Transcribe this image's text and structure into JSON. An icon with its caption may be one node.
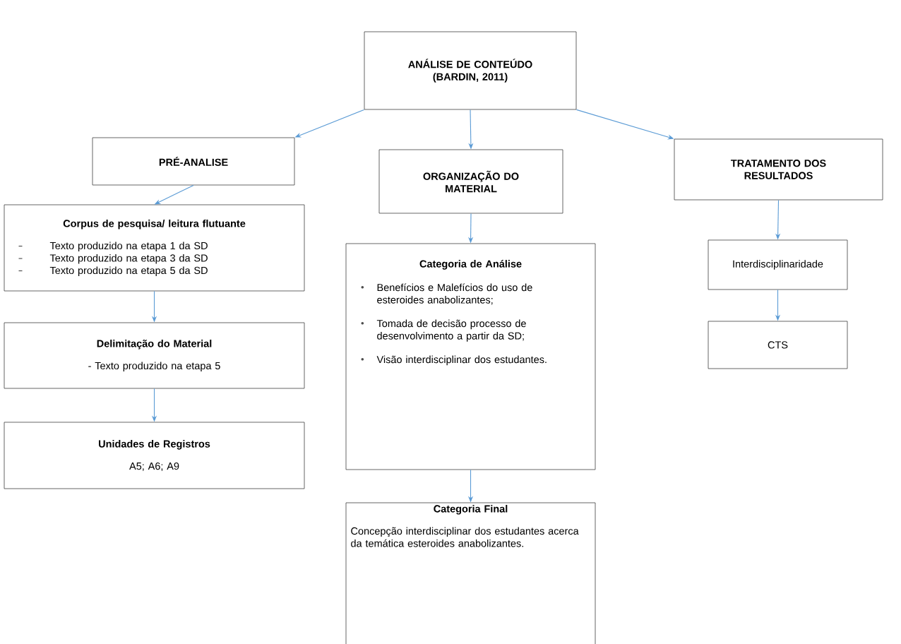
{
  "diagram": {
    "nodes": [
      {
        "text": [
          "ANÁLISE DE CONTEÚDO (BARDIN, 2011)"
        ]
      },
      {
        "text": [
          "PRÉ-ANALISE"
        ]
      },
      {
        "text": [
          "ORGANIZAÇÃO DO MATERIAL"
        ]
      },
      {
        "text": [
          "TRATAMENTO DOS RESULTADOS"
        ]
      },
      {
        "text": [
          "Corpus de pesquisa/ leitura flutuante",
          "Texto produzido na etapa 1 da SD",
          "Texto produzido na etapa 3 da SD",
          "Texto produzido na etapa 5 da SD"
        ]
      },
      {
        "text": [
          "Delimitação do Material",
          "- Texto produzido na etapa 5"
        ]
      },
      {
        "text": [
          "Unidades de Registros",
          "A5; A6; A9"
        ]
      },
      {
        "text": [
          "Categoria de Análise",
          "Benefícios e Malefícios do uso de esteroides anabolizantes;",
          "Tomada de decisão processo de desenvolvimento a partir da SD;",
          "Visão interdisciplinar dos estudantes."
        ]
      },
      {
        "text": [
          "Categoria Final",
          "Concepção interdisciplinar dos estudantes acerca da temática esteroides anabolizantes."
        ]
      },
      {
        "text": [
          "Interdisciplinaridade"
        ]
      },
      {
        "text": [
          "CTS"
        ]
      }
    ],
    "edges": [
      {
        "from": 0,
        "to": 1,
        "arrow": "to"
      },
      {
        "from": 0,
        "to": 2,
        "arrow": "to"
      },
      {
        "from": 0,
        "to": 3,
        "arrow": "to"
      },
      {
        "from": 1,
        "to": 4,
        "arrow": "to"
      },
      {
        "from": 4,
        "to": 5,
        "arrow": "to"
      },
      {
        "from": 5,
        "to": 6,
        "arrow": "to"
      },
      {
        "from": 2,
        "to": 7,
        "arrow": "to"
      },
      {
        "from": 7,
        "to": 8,
        "arrow": "to"
      },
      {
        "from": 3,
        "to": 9,
        "arrow": "to"
      },
      {
        "from": 9,
        "to": 10,
        "arrow": "to"
      }
    ]
  }
}
